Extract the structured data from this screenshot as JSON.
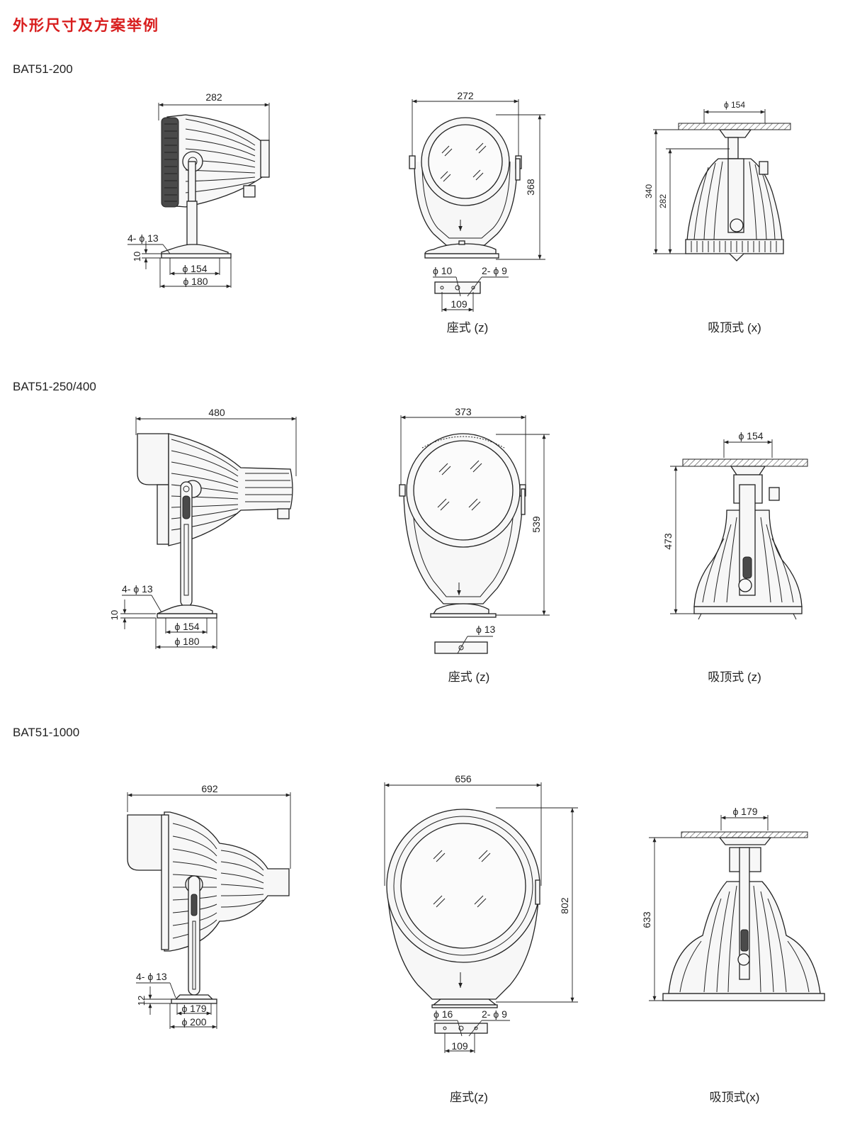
{
  "heading": "外形尺寸及方案举例",
  "sections": [
    {
      "model": "BAT51-200",
      "side": {
        "width": "282",
        "holes": "4- ϕ 13",
        "base_h": "10",
        "d_inner": "ϕ 154",
        "d_outer": "ϕ 180"
      },
      "front": {
        "width": "272",
        "height": "368",
        "hole": "ϕ 10",
        "holes": "2- ϕ 9",
        "spacing": "109",
        "caption": "座式 (z)"
      },
      "ceiling": {
        "plate": "ϕ 154",
        "h_total": "340",
        "h_body": "282",
        "caption": "吸顶式 (x)"
      }
    },
    {
      "model": "BAT51-250/400",
      "side": {
        "width": "480",
        "holes": "4- ϕ 13",
        "base_h": "10",
        "d_inner": "ϕ 154",
        "d_outer": "ϕ 180"
      },
      "front": {
        "width": "373",
        "height": "539",
        "hole": "ϕ 13",
        "caption": "座式 (z)"
      },
      "ceiling": {
        "plate": "ϕ 154",
        "h_total": "473",
        "caption": "吸顶式 (z)"
      }
    },
    {
      "model": "BAT51-1000",
      "side": {
        "width": "692",
        "holes": "4- ϕ 13",
        "base_h": "12",
        "d_inner": "ϕ 179",
        "d_outer": "ϕ 200"
      },
      "front": {
        "width": "656",
        "height": "802",
        "hole": "ϕ 16",
        "holes": "2- ϕ 9",
        "spacing": "109",
        "caption": "座式(z)"
      },
      "ceiling": {
        "plate": "ϕ 179",
        "h_total": "633",
        "caption": "吸顶式(x)"
      }
    }
  ]
}
